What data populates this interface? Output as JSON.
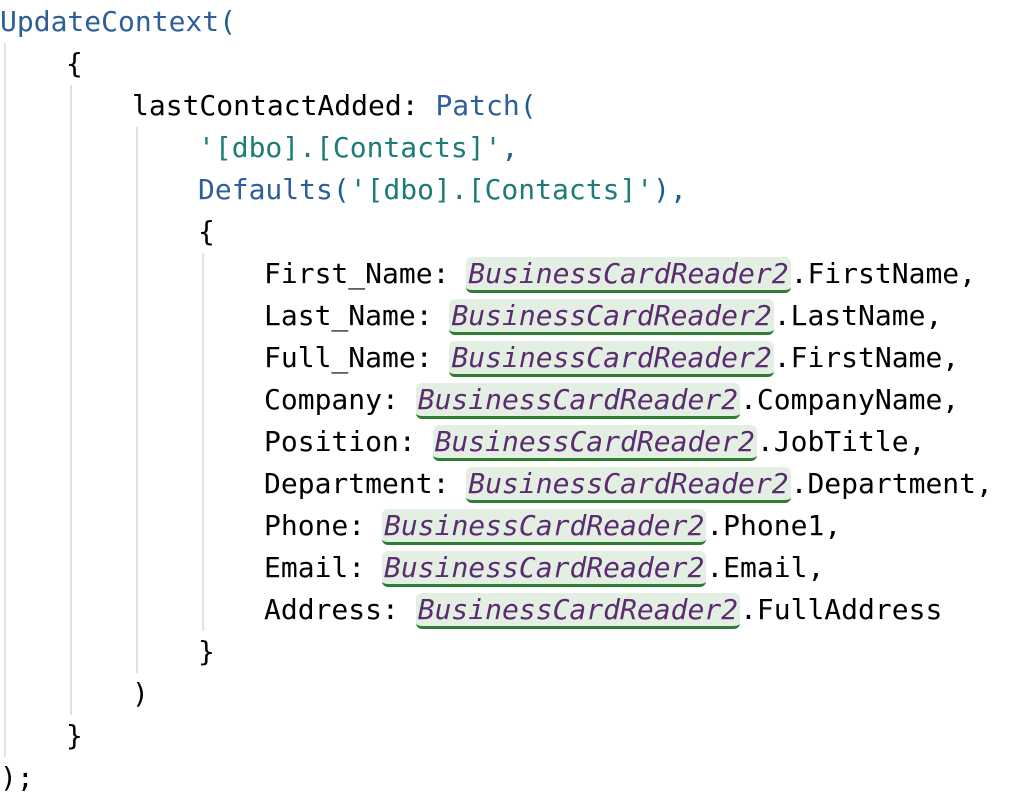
{
  "code": {
    "l1_fn": "UpdateContext",
    "l1_paren": "(",
    "l2_brace": "{",
    "l3_key": "lastContactAdded:",
    "l3_fn": "Patch",
    "l3_paren": "(",
    "l4_str": "'[dbo].[Contacts]'",
    "l4_comma": ",",
    "l5_fn": "Defaults",
    "l5_open": "(",
    "l5_str": "'[dbo].[Contacts]'",
    "l5_close": "),",
    "l6_brace": "{",
    "fields": [
      {
        "key": "First_Name:",
        "obj": "BusinessCardReader2",
        "prop": ".FirstName,"
      },
      {
        "key": "Last_Name:",
        "obj": "BusinessCardReader2",
        "prop": ".LastName,"
      },
      {
        "key": "Full_Name:",
        "obj": "BusinessCardReader2",
        "prop": ".FirstName,"
      },
      {
        "key": "Company:",
        "obj": "BusinessCardReader2",
        "prop": ".CompanyName,"
      },
      {
        "key": "Position:",
        "obj": "BusinessCardReader2",
        "prop": ".JobTitle,"
      },
      {
        "key": "Department:",
        "obj": "BusinessCardReader2",
        "prop": ".Department,"
      },
      {
        "key": "Phone:",
        "obj": "BusinessCardReader2",
        "prop": ".Phone1,"
      },
      {
        "key": "Email:",
        "obj": "BusinessCardReader2",
        "prop": ".Email,"
      },
      {
        "key": "Address:",
        "obj": "BusinessCardReader2",
        "prop": ".FullAddress"
      }
    ],
    "l16_brace": "}",
    "l17_paren": ")",
    "l18_brace": "}",
    "l19_end": ");"
  }
}
